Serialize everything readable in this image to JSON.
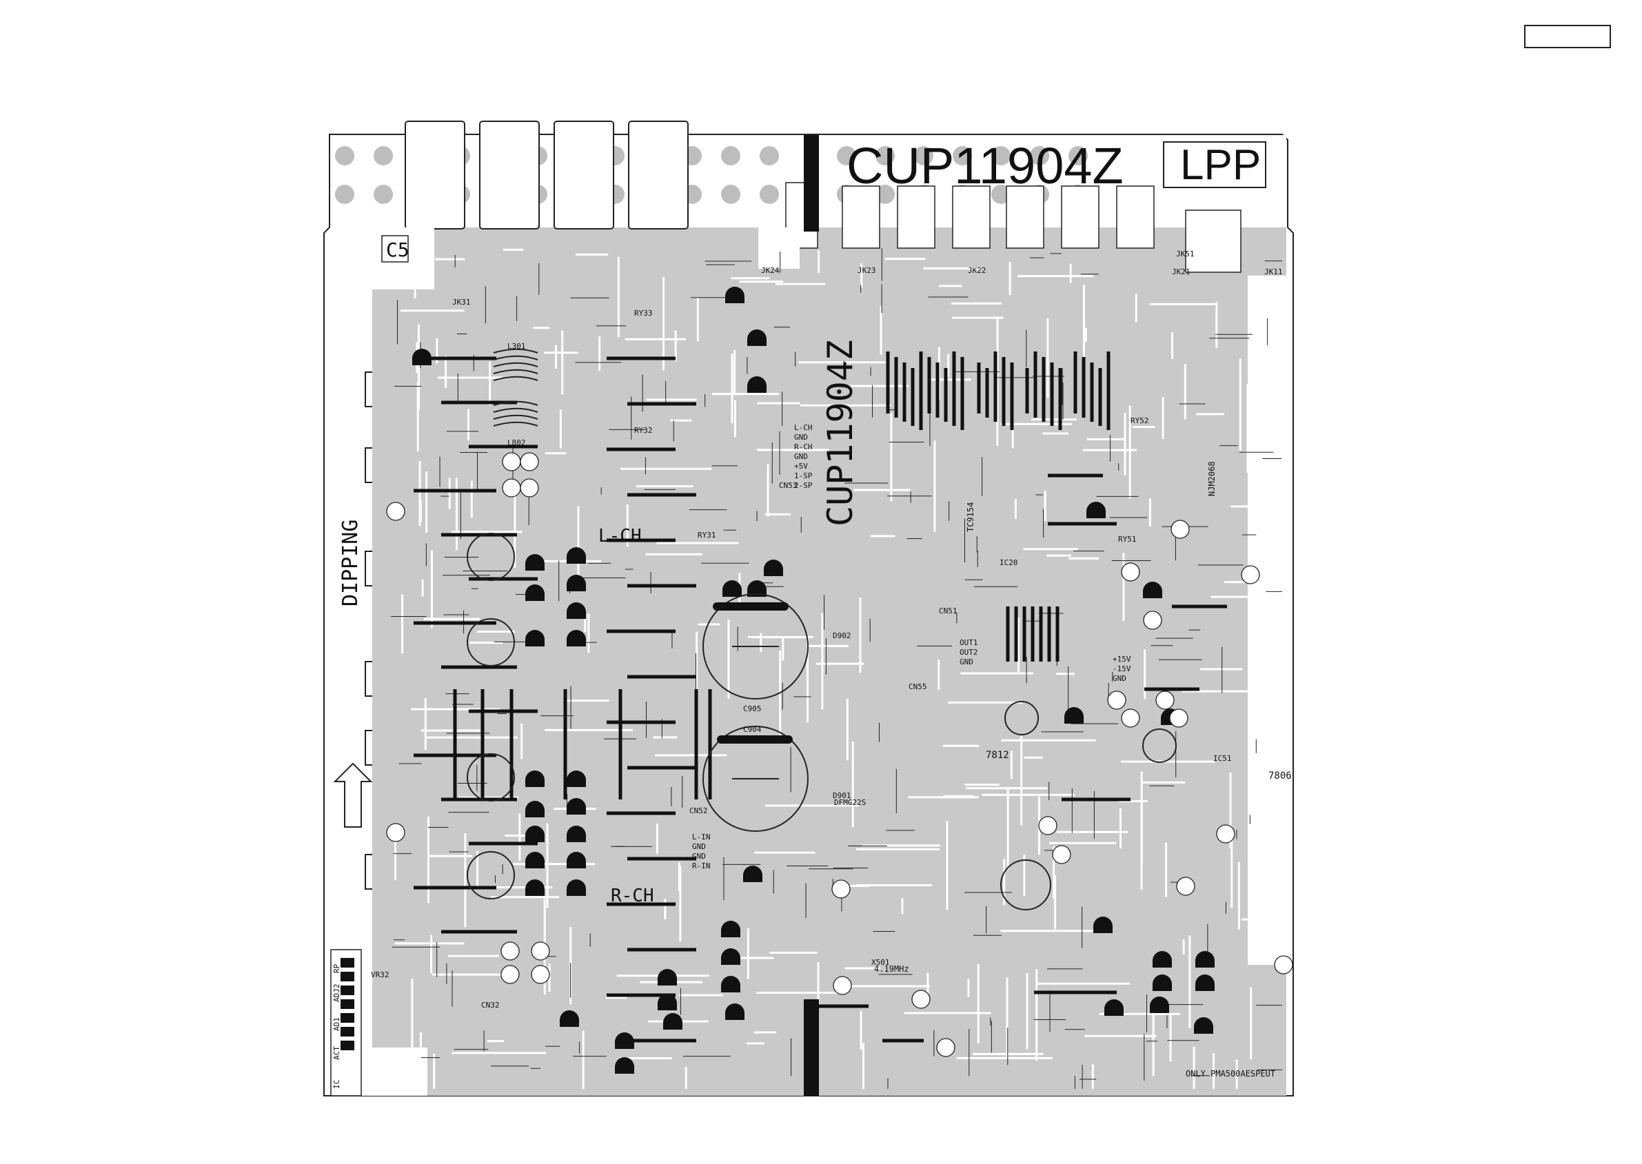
{
  "board": {
    "part_number": "CUP11904Z",
    "side_label": "LPP",
    "region_label": "C5",
    "dipping_label": "DIPPING",
    "left_channel": "L-CH",
    "right_channel": "R-CH",
    "footer_note": "ONLY PMA500AESPEUT",
    "crystal_freq": "4.19MHz",
    "ic_tc9154": "TC9154",
    "ic_njm2068": "NJM2068",
    "reg_7812": "7812",
    "reg_7806": "7806"
  },
  "connectors": {
    "cn53_pins": [
      "L-CH",
      "GND",
      "R-CH",
      "GND",
      "+5V",
      "1-SP",
      "2-SP"
    ],
    "cn52_pins": [
      "L-IN",
      "GND",
      "GND",
      "R-IN"
    ],
    "cn51_pins": [
      "OUT1",
      "OUT2",
      "GND"
    ],
    "cn55_pins": [
      "+15V",
      "-15V",
      "GND"
    ]
  },
  "ref_designators": {
    "jacks": [
      "JK31",
      "JK24",
      "JK23",
      "JK22",
      "JK21",
      "JK11",
      "JK51"
    ],
    "relays": [
      "RY33",
      "RY32",
      "RY31",
      "RY51",
      "RY52"
    ],
    "diodes": [
      "D902",
      "D901"
    ],
    "caps": [
      "C905",
      "C904"
    ],
    "coils": [
      "L301",
      "L302"
    ],
    "misc": [
      "CN53",
      "CN52",
      "CN51",
      "CN55",
      "CN32",
      "IC20",
      "IC51",
      "X501",
      "VR32",
      "DFMG22S"
    ]
  },
  "header_labels": {
    "bottom_left_strip": [
      "IC",
      "ACT",
      "AD1",
      "ADJ2",
      "RP"
    ]
  }
}
